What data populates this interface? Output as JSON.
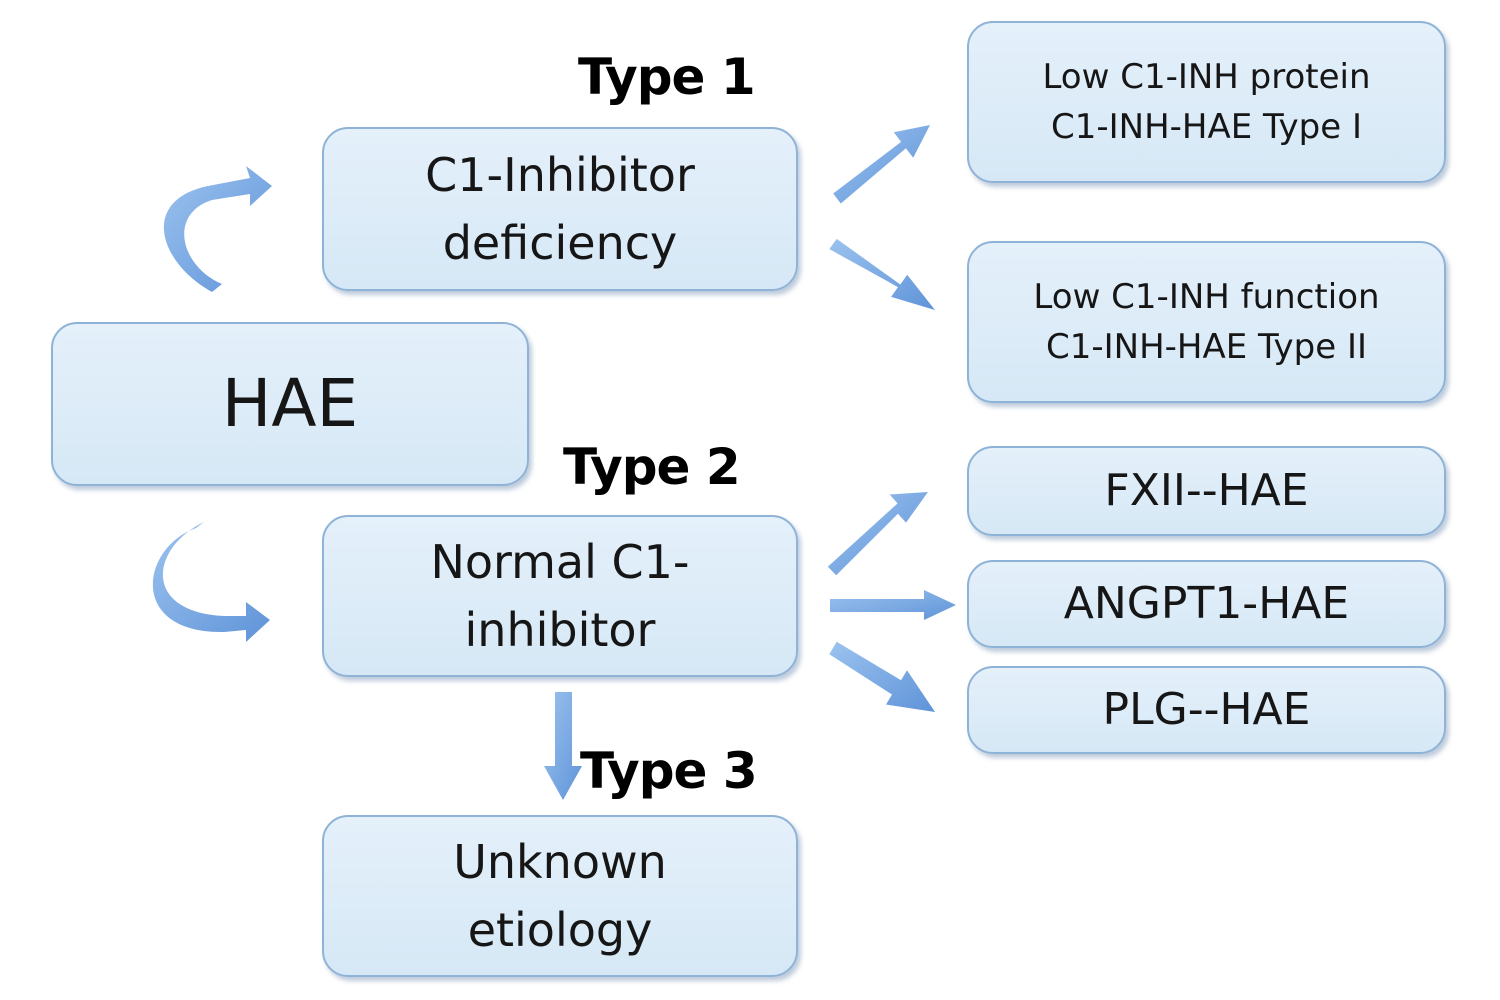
{
  "root": {
    "label": "HAE"
  },
  "type1": {
    "label": "Type 1",
    "box_lines": [
      "C1-Inhibitor",
      "deficiency"
    ],
    "children": [
      {
        "lines": [
          "Low C1-INH protein",
          "C1-INH-HAE Type I"
        ]
      },
      {
        "lines": [
          "Low C1-INH function",
          "C1-INH-HAE Type II"
        ]
      }
    ]
  },
  "type2": {
    "label": "Type 2",
    "box_lines": [
      "Normal C1-",
      "inhibitor"
    ],
    "children": [
      {
        "label": "FXII--HAE"
      },
      {
        "label": "ANGPT1-HAE"
      },
      {
        "label": "PLG--HAE"
      }
    ]
  },
  "type3": {
    "label": "Type 3",
    "box_lines": [
      "Unknown",
      "etiology"
    ]
  },
  "colors": {
    "box_fill": "#d9eaf7",
    "box_border": "#8fb3d6",
    "arrow": "#6b9ee0"
  }
}
